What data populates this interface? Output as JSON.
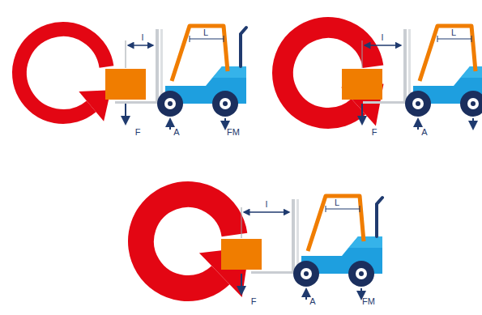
{
  "diagram": {
    "labels": [
      "l",
      "L",
      "F",
      "A",
      "FM",
      "l",
      "L",
      "F",
      "A",
      "l",
      "L",
      "F",
      "A",
      "FM"
    ]
  }
}
